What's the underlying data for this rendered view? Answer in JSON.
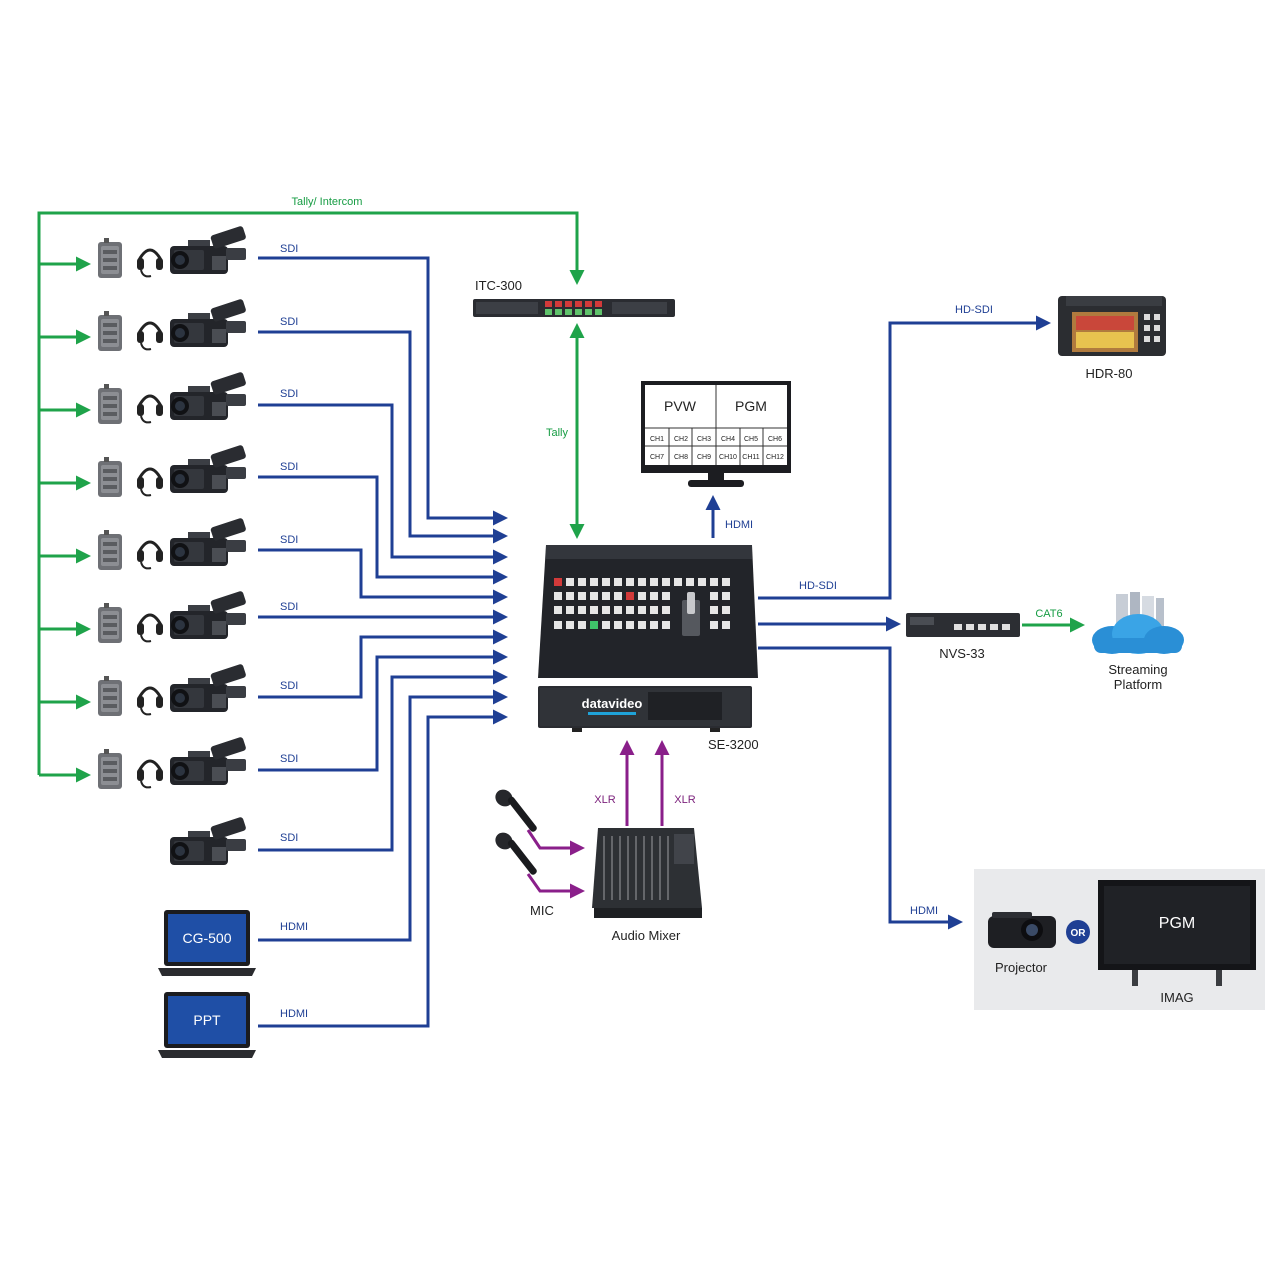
{
  "colors": {
    "sdi_blue": "#1f3f94",
    "tally_green": "#1fa34a",
    "audio_purple": "#8a1f8a",
    "device_dark": "#1d1f24",
    "panel_grey": "#e9eaec"
  },
  "labels": {
    "tally_intercom": "Tally/ Intercom",
    "tally": "Tally",
    "itc": "ITC-300",
    "sdi": "SDI",
    "hdmi": "HDMI",
    "hd_sdi": "HD-SDI",
    "cat6": "CAT6",
    "xlr": "XLR",
    "mic": "MIC",
    "audio_mixer": "Audio Mixer",
    "switcher": "SE-3200",
    "hdr": "HDR-80",
    "nvs": "NVS-33",
    "streaming_1": "Streaming",
    "streaming_2": "Platform",
    "projector": "Projector",
    "or": "OR",
    "imag": "IMAG",
    "pgm": "PGM",
    "pvw": "PVW",
    "cg500": "CG-500",
    "ppt": "PPT",
    "brand": "datavideo"
  },
  "multiview": {
    "row1": [
      "CH1",
      "CH2",
      "CH3",
      "CH4",
      "CH5",
      "CH6"
    ],
    "row2": [
      "CH7",
      "CH8",
      "CH9",
      "CH10",
      "CH11",
      "CH12"
    ]
  },
  "icons": {
    "camera": "camcorder-icon",
    "intercom": "intercom-beltpack-icon",
    "headset": "headset-icon",
    "laptop": "laptop-icon",
    "mic": "microphone-icon",
    "cloud": "cloud-icon"
  }
}
